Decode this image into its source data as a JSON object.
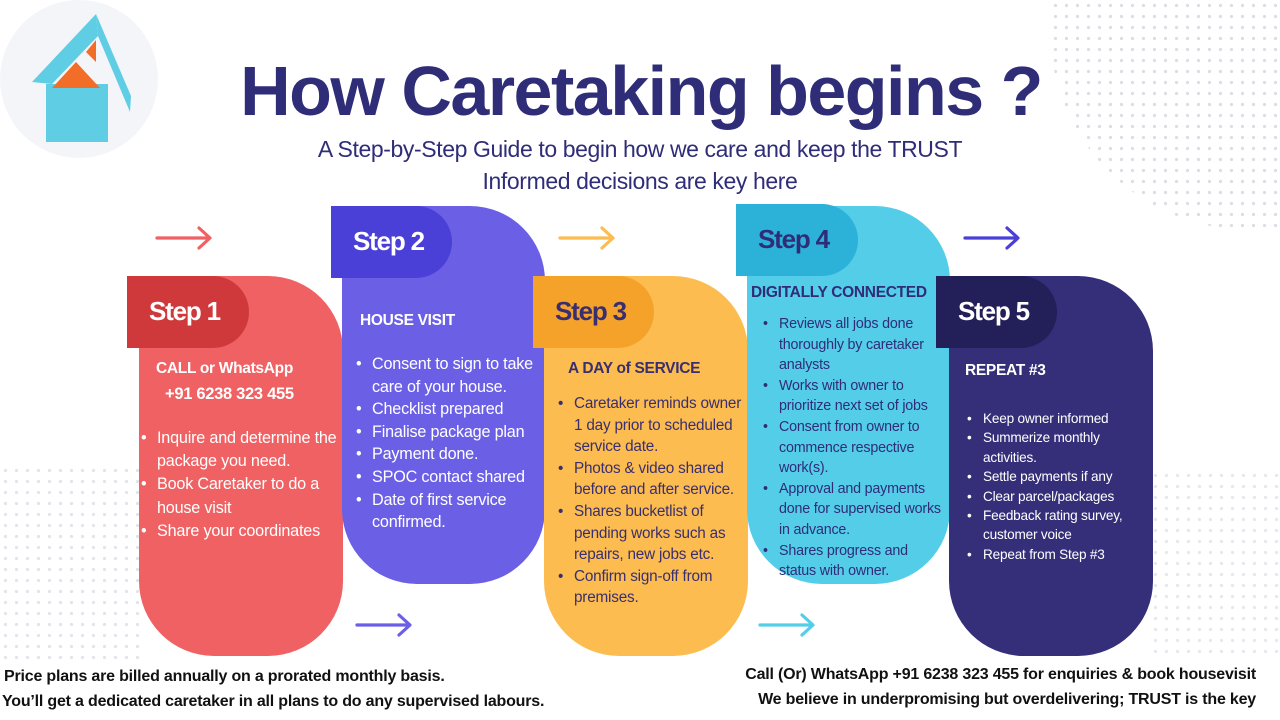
{
  "title": "How Caretaking begins ?",
  "subtitle_line1": "A Step-by-Step Guide to begin how we care and keep the TRUST",
  "subtitle_line2": "Informed decisions are key here",
  "colors": {
    "title": "#2f2d78",
    "step1": "#ef6163",
    "step2": "#6b5fe6",
    "step3": "#fcbc4f",
    "step4": "#54cde9",
    "step5": "#342f78"
  },
  "steps": [
    {
      "label": "Step 1",
      "heading": "CALL or WhatsApp",
      "phone": "+91 6238 323 455",
      "items": [
        "Inquire and determine the package you need.",
        "Book Caretaker to  do a house visit",
        " Share your coordinates"
      ]
    },
    {
      "label": "Step 2",
      "heading": "HOUSE VISIT",
      "items": [
        "Consent to sign to take care of your house.",
        "Checklist prepared",
        "Finalise package plan",
        "Payment done.",
        "SPOC contact shared",
        "Date of first service confirmed."
      ]
    },
    {
      "label": "Step 3",
      "heading": "A DAY of SERVICE",
      "items": [
        "Caretaker reminds owner 1 day prior to scheduled service date.",
        "Photos & video shared before and after service.",
        "Shares bucketlist of pending works such as repairs, new jobs etc.",
        "Confirm sign-off from premises."
      ]
    },
    {
      "label": "Step 4",
      "heading": "DIGITALLY CONNECTED",
      "items": [
        "Reviews all jobs done thoroughly by caretaker analysts",
        "Works with owner to prioritize next set of jobs",
        "Consent from owner to commence respective work(s).",
        "Approval and payments done for supervised works in advance.",
        "Shares progress and status with owner."
      ]
    },
    {
      "label": "Step 5",
      "heading": "REPEAT #3",
      "items": [
        "Keep owner informed",
        "Summerize monthly activities.",
        "Settle payments if any",
        "Clear parcel/packages",
        "Feedback rating survey, customer voice",
        "Repeat from Step #3"
      ]
    }
  ],
  "footer": {
    "left_line1": "Price plans are billed annually on a prorated monthly basis.",
    "left_line2": "You’ll get a dedicated caretaker in all plans to do any supervised labours.",
    "right_line1": "Call (Or) WhatsApp +91 6238 323 455 for enquiries & book housevisit",
    "right_line2": "We believe in underpromising but overdelivering; TRUST is the key"
  },
  "icons": {
    "logo": "house-logo-icon",
    "arrow": "arrow-right-icon"
  }
}
